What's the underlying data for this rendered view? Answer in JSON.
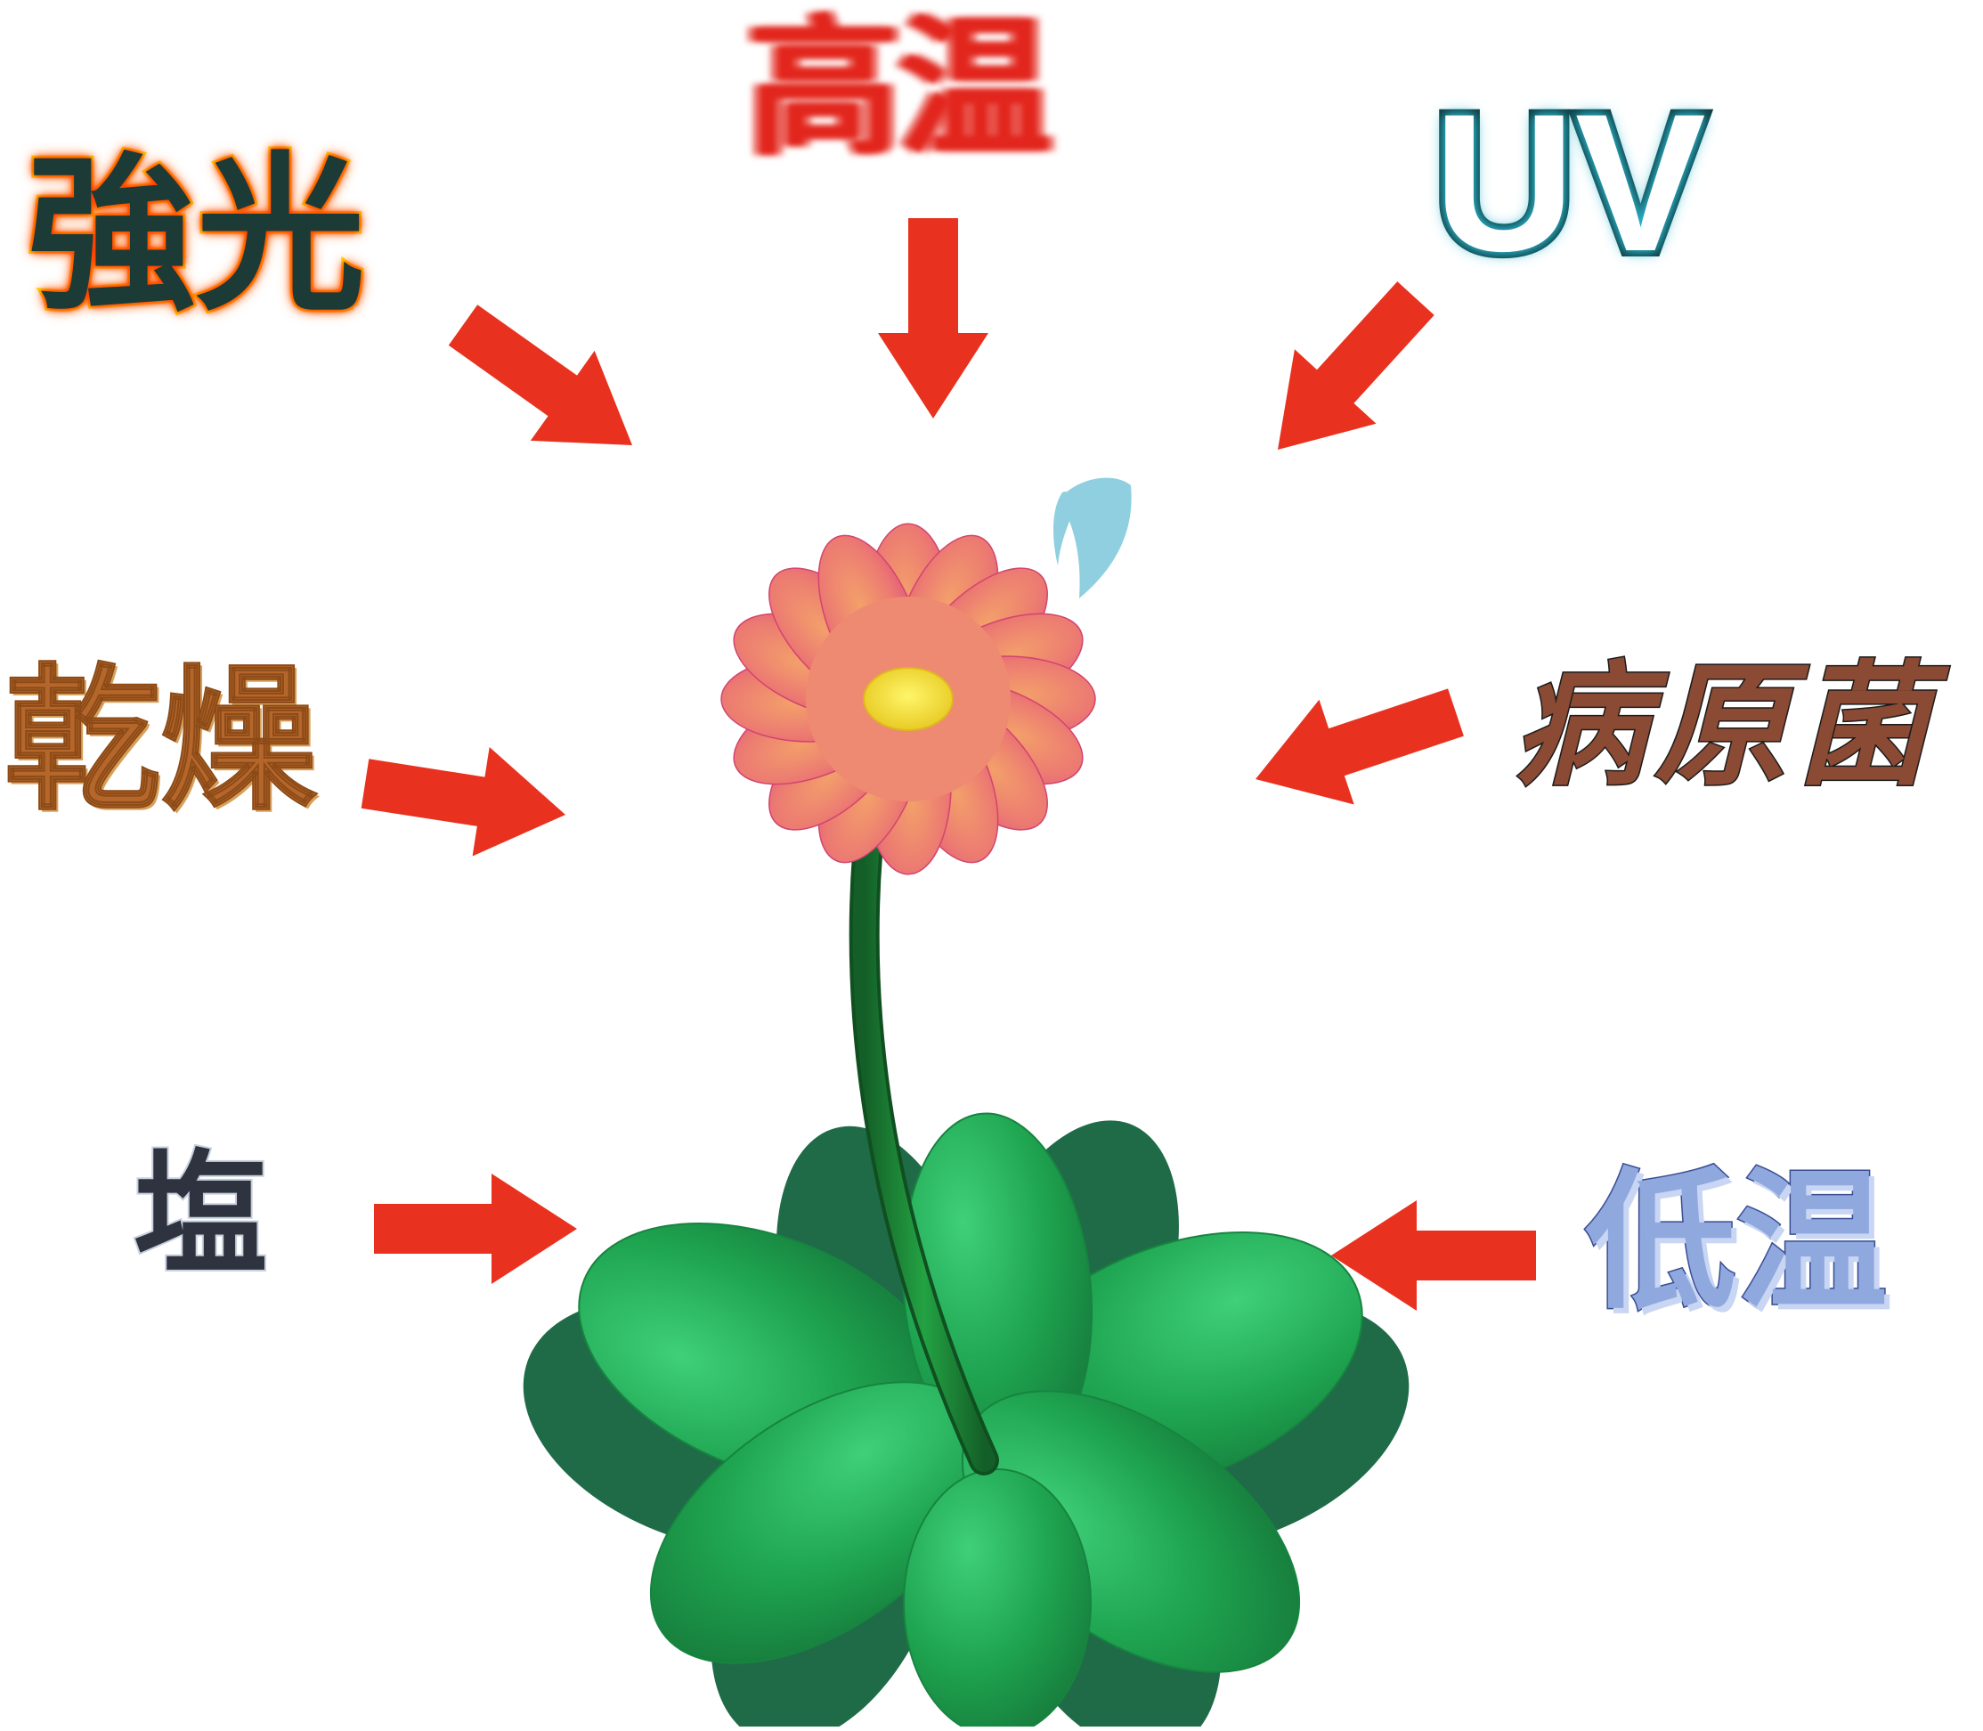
{
  "labels": {
    "strong_light": "強光",
    "high_temp": "高温",
    "uv": "UV",
    "dryness": "乾燥",
    "pathogen": "病原菌",
    "salt": "塩",
    "low_temp": "低温"
  },
  "colors": {
    "arrow": "#e8321f",
    "leaf_dark": "#1f6b47",
    "leaf_light": "#1ea34f",
    "stem": "#1e8a3a",
    "petal_outer": "#e2567a",
    "petal_inner": "#ef8a70",
    "flower_center": "#f6e63a",
    "water_drop": "#8fcfe0",
    "background": "#ffffff"
  }
}
